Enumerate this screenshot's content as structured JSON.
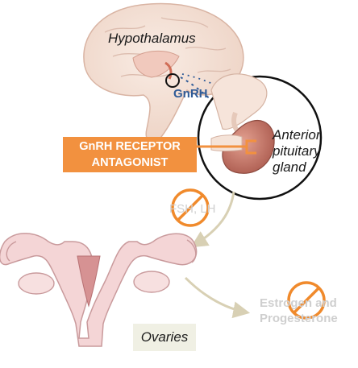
{
  "labels": {
    "hypothalamus": "Hypothalamus",
    "gnrh": "GnRH",
    "anterior_pituitary": [
      "Anterior",
      "pituitary",
      "gland"
    ],
    "drug": [
      "GnRH RECEPTOR",
      "ANTAGONIST"
    ],
    "fsh_lh": "FSH, LH",
    "hormones": [
      "Estrogen and",
      "Progesterone"
    ],
    "ovaries": "Ovaries"
  },
  "colors": {
    "drug_box": "#f2913f",
    "gnrh_text": "#2f5b97",
    "blocked_sign": "#f08a2c",
    "muted_arrow": "#d8d0b4",
    "brain": "#f4e1d6",
    "pituitary": "#c97b6c",
    "uterus": "#f2d3d3"
  },
  "icons": [
    "brain-icon",
    "pituitary-icon",
    "uterus-ovaries-icon",
    "prohibited-icon"
  ]
}
